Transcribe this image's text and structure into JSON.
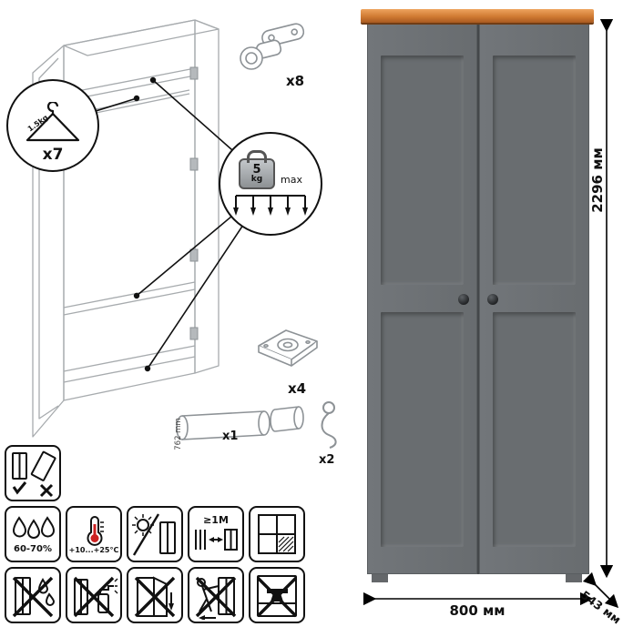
{
  "callouts": {
    "hanger": {
      "count": "x7",
      "load": "1.5kg"
    },
    "shelf_load": {
      "value": "5",
      "unit": "kg",
      "max_label": "max"
    }
  },
  "hardware": {
    "hinge_count": "x8",
    "leg_count": "x4",
    "rail_count": "x1",
    "rail_length": "762 mm",
    "hook_count": "x2"
  },
  "dimensions": {
    "height": "2296 мм",
    "width": "800 мм",
    "depth": "543 мм"
  },
  "care": {
    "humidity_range": "60-70%",
    "temperature_range": "+10...+25°C",
    "heat_distance": "≥1M"
  },
  "care_icons": [
    "assembly-orientation",
    "humidity",
    "temperature",
    "no-direct-sunlight",
    "heat-distance",
    "ventilation",
    "no-moisture",
    "no-aggressive-cleaners",
    "no-door-load",
    "no-dragging",
    "no-overload"
  ],
  "colors": {
    "top_trim": "#cd7733",
    "body_gray": "#6b6f72",
    "line_art": "#a7abae",
    "ink": "#111111"
  }
}
